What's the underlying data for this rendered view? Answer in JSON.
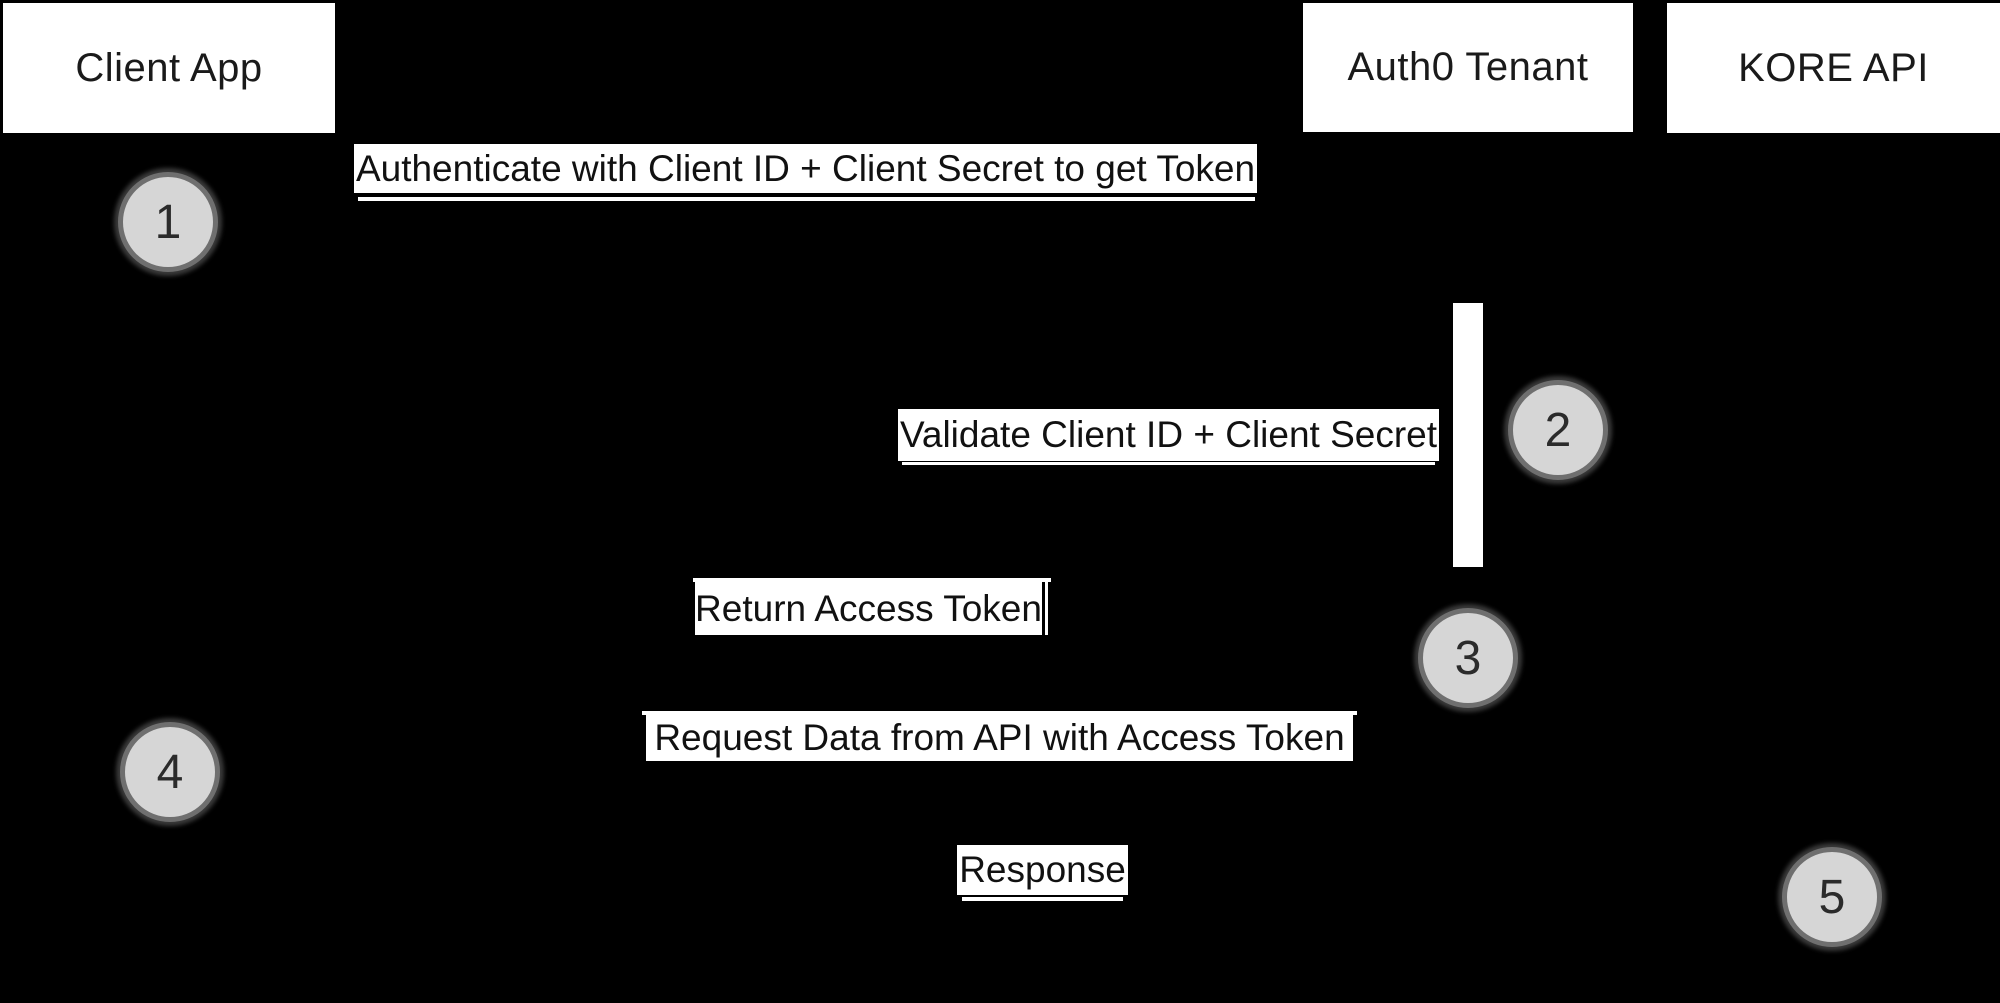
{
  "colors": {
    "background": "#000000",
    "actor_box_bg": "#ffffff",
    "actor_text": "#1a1a1a",
    "label_bg": "#ffffff",
    "label_text": "#111111",
    "line": "#ffffff",
    "activation_bar": "#ffffff",
    "circle_fill": "#d6d6d6",
    "circle_border": "#6f6f6f",
    "circle_text": "#2b2b2b"
  },
  "diagram": {
    "type": "sequence-diagram",
    "actors": [
      {
        "id": "client-app",
        "label": "Client App"
      },
      {
        "id": "auth0-tenant",
        "label": "Auth0 Tenant"
      },
      {
        "id": "kore-api",
        "label": "KORE API"
      }
    ],
    "steps": [
      {
        "num": "1",
        "text": "Authenticate with Client ID + Client Secret to get Token"
      },
      {
        "num": "2",
        "text": "Validate Client ID + Client Secret"
      },
      {
        "num": "3",
        "text": "Return Access Token"
      },
      {
        "num": "4",
        "text": "Request Data from API with Access Token"
      },
      {
        "num": "5",
        "text": "Response"
      }
    ]
  }
}
